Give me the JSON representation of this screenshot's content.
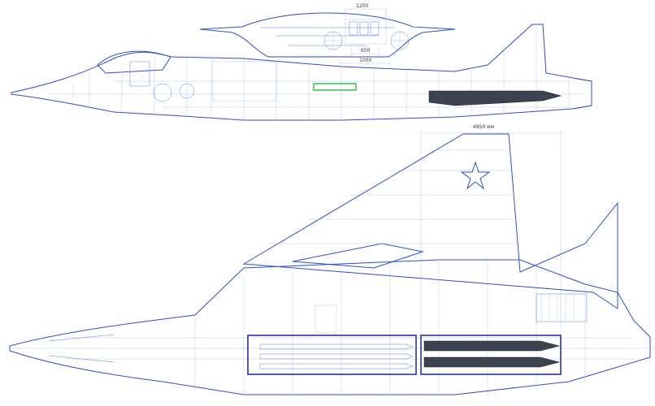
{
  "labels": {
    "bay_width_top": "1200",
    "bay_inner_width": "650",
    "bay_bottom_width": "1000",
    "bay_length": "4950 мм"
  },
  "colors": {
    "line": "#2a4fc9",
    "light_line": "#9db4f0",
    "missile": "#3c4250",
    "highlight": "#2ec24a"
  }
}
